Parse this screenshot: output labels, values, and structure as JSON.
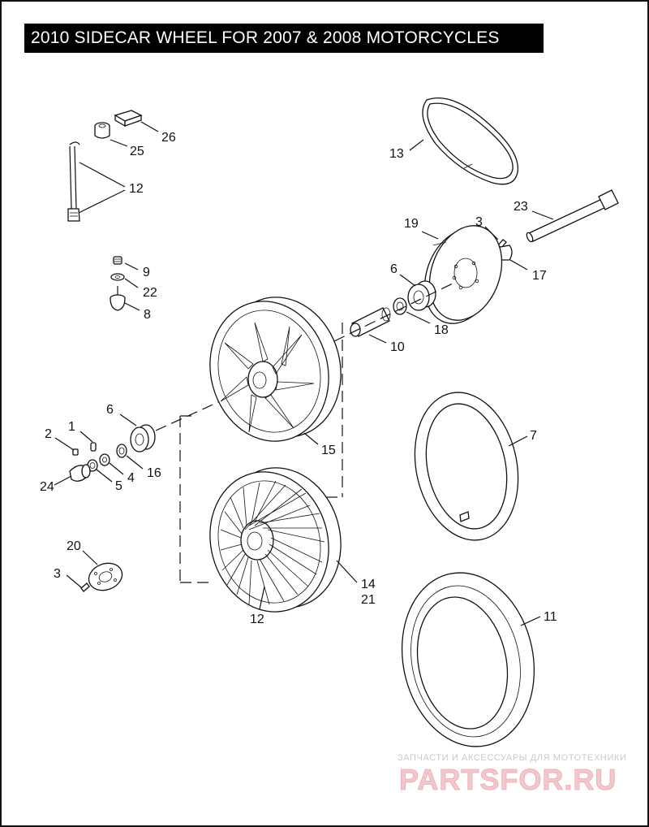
{
  "title": "2010 SIDECAR WHEEL FOR 2007 & 2008 MOTORCYCLES",
  "callouts": {
    "c26": "26",
    "c25": "25",
    "c12a": "12",
    "c13": "13",
    "c23": "23",
    "c19": "19",
    "c3a": "3",
    "c9": "9",
    "c22": "22",
    "c8": "8",
    "c6a": "6",
    "c17": "17",
    "c18": "18",
    "c10": "10",
    "c6b": "6",
    "c1": "1",
    "c2": "2",
    "c16": "16",
    "c4": "4",
    "c5": "5",
    "c24": "24",
    "c15": "15",
    "c7": "7",
    "c20": "20",
    "c3b": "3",
    "c14": "14",
    "c21": "21",
    "c12b": "12",
    "c11": "11"
  },
  "watermark": {
    "tagline": "ЗАПЧАСТИ И АКСЕССУАРЫ ДЛЯ МОТОТЕХНИКИ",
    "logo": "PARTSFOR.RU"
  }
}
